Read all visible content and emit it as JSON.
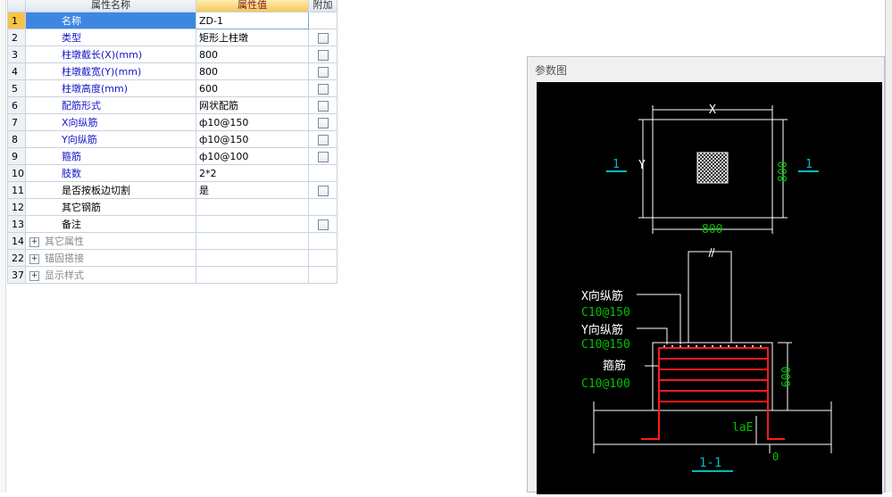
{
  "grid": {
    "headers": {
      "name": "属性名称",
      "value": "属性值",
      "add": "附加"
    },
    "rows": [
      {
        "num": "1",
        "name": "名称",
        "value": "ZD-1",
        "check": false
      },
      {
        "num": "2",
        "name": "类型",
        "value": "矩形上柱墩",
        "check": true
      },
      {
        "num": "3",
        "name": "柱墩截长(X)(mm)",
        "value": "800",
        "check": true
      },
      {
        "num": "4",
        "name": "柱墩截宽(Y)(mm)",
        "value": "800",
        "check": true
      },
      {
        "num": "5",
        "name": "柱墩高度(mm)",
        "value": "600",
        "check": true
      },
      {
        "num": "6",
        "name": "配筋形式",
        "value": "网状配筋",
        "check": true
      },
      {
        "num": "7",
        "name": "X向纵筋",
        "value": "ф10@150",
        "check": true
      },
      {
        "num": "8",
        "name": "Y向纵筋",
        "value": "ф10@150",
        "check": true
      },
      {
        "num": "9",
        "name": "箍筋",
        "value": "ф10@100",
        "check": true
      },
      {
        "num": "10",
        "name": "肢数",
        "value": "2*2",
        "check": false
      },
      {
        "num": "11",
        "name": "是否按板边切割",
        "value": "是",
        "check": true
      },
      {
        "num": "12",
        "name": "其它钢筋",
        "value": "",
        "check": false
      },
      {
        "num": "13",
        "name": "备注",
        "value": "",
        "check": true
      },
      {
        "num": "14",
        "name": "其它属性",
        "value": "",
        "check": false
      },
      {
        "num": "22",
        "name": "锚固搭接",
        "value": "",
        "check": false
      },
      {
        "num": "37",
        "name": "显示样式",
        "value": "",
        "check": false
      }
    ]
  },
  "panel": {
    "title": "参数图",
    "drawing": {
      "dim_x": "X",
      "dim_y": "Y",
      "dim_800_bottom": "800",
      "dim_800_right": "800",
      "section_mark": "1",
      "section_label": "1-1",
      "x_rebar_label": "X向纵筋",
      "x_rebar_value": "C10@150",
      "y_rebar_label": "Y向纵筋",
      "y_rebar_value": "C10@150",
      "stirrup_label": "箍筋",
      "stirrup_value": "C10@100",
      "dim_600": "600",
      "lae": "laE",
      "dim_0": "0"
    }
  }
}
